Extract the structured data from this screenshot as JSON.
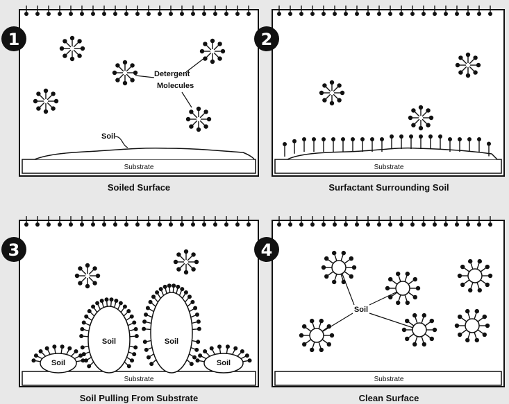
{
  "panels": [
    {
      "number": "1",
      "caption": "Soiled Surface",
      "substrate": "Substrate",
      "soil_label": "Soil",
      "detergent_label": [
        "Detergent",
        "Molecules"
      ]
    },
    {
      "number": "2",
      "caption": "Surfactant Surrounding Soil",
      "substrate": "Substrate"
    },
    {
      "number": "3",
      "caption": "Soil Pulling From Substrate",
      "substrate": "Substrate",
      "soil_label": "Soil"
    },
    {
      "number": "4",
      "caption": "Clean Surface",
      "substrate": "Substrate",
      "soil_label": "Soil"
    }
  ]
}
